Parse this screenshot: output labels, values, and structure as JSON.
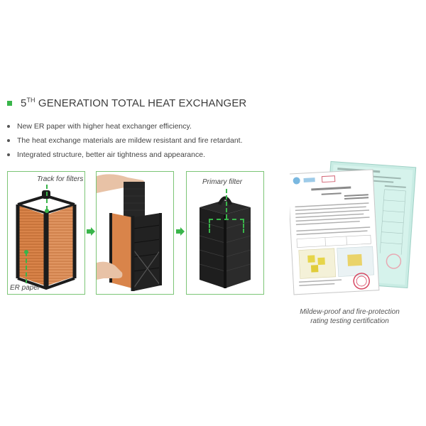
{
  "header": {
    "title_prefix": "5",
    "title_sup": "TH",
    "title_rest": " GENERATION TOTAL HEAT EXCHANGER"
  },
  "bullets": [
    "New ER paper with higher heat exchanger efficiency.",
    "The heat exchange materials are mildew resistant and fire retardant.",
    "Integrated structure, better air tightness and appearance."
  ],
  "callouts": {
    "track_for_filters": "Track for filters",
    "er_paper": "ER paper",
    "primary_filter": "Primary filter"
  },
  "certificate": {
    "caption_line1": "Mildew-proof and fire-protection",
    "caption_line2": "rating testing certification"
  },
  "colors": {
    "accent_green": "#39b54a",
    "panel_border": "#7cc576",
    "paper_orange": "#d9844a",
    "frame_black": "#1c1c1c"
  }
}
